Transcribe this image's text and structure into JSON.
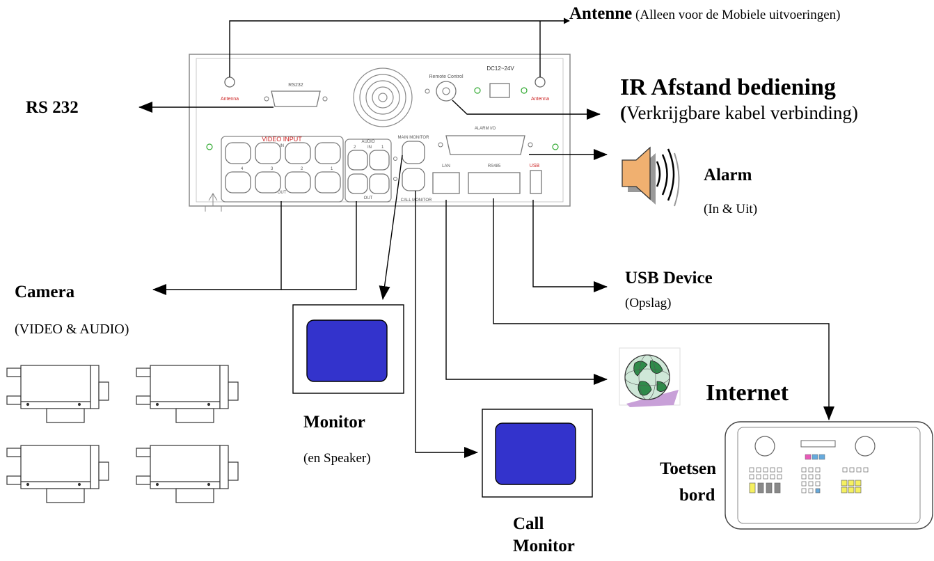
{
  "panel": {
    "port_labels": {
      "antenna_left": "Antenna",
      "antenna_right": "Antenna",
      "rs232": "RS232",
      "remote_control": "Remote Control",
      "dc": "DC12~24V",
      "video_input": "VIDEO INPUT",
      "video_in": "IN",
      "video_out": "OUT",
      "ch4": "4",
      "ch3": "3",
      "ch2": "2",
      "ch1": "1",
      "audio": "AUDIO",
      "audio_in": "IN",
      "audio_out": "OUT",
      "audio_ch2": "2",
      "audio_ch1": "1",
      "main_monitor": "MAIN MONITOR",
      "call_monitor": "CALL MONITOR",
      "alarm_io": "ALARM I/O",
      "lan": "LAN",
      "rs485": "RS485",
      "usb": "USB"
    }
  },
  "labels": {
    "antenne_bold": "Antenne",
    "antenne_note": " (Alleen voor de Mobiele uitvoeringen)",
    "rs232": "RS 232",
    "ir_title": "IR Afstand bediening",
    "ir_sub_paren": "(",
    "ir_sub": "Verkrijgbare kabel verbinding)",
    "alarm_title": "Alarm",
    "alarm_sub": "(In & Uit)",
    "usb_title": "USB Device",
    "usb_sub": "(Opslag)",
    "camera_title": "Camera",
    "camera_sub": "(VIDEO & AUDIO)",
    "monitor_title": "Monitor",
    "monitor_sub": "(en Speaker)",
    "call_monitor_line1": "Call",
    "call_monitor_line2": "Monitor",
    "internet": "Internet",
    "toetsen_line1": "Toetsen",
    "toetsen_line2": "bord"
  },
  "colors": {
    "screen_fill": "#3333cc",
    "panel_line": "#999999",
    "port_red": "#cc2222",
    "port_green": "#33aa33",
    "speaker_fill": "#f0b070",
    "globe_green": "#2f8a4a",
    "keyboard_pink": "#e85ab8",
    "keyboard_yellow": "#f5f060",
    "keyboard_blue": "#66aadd"
  },
  "icons": [
    "speaker-icon",
    "globe-icon",
    "camera-icon",
    "monitor-icon",
    "keyboard-icon",
    "arrow-icon"
  ]
}
